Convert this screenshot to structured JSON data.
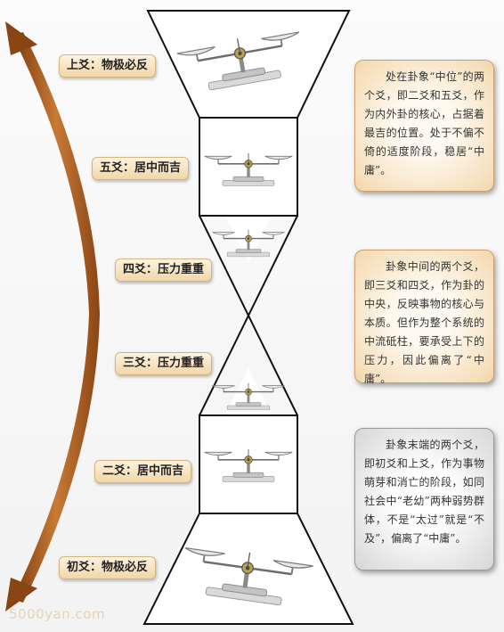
{
  "lines": [
    {
      "label": "上爻：物极必反"
    },
    {
      "label": "五爻：居中而吉"
    },
    {
      "label": "四爻：压力重重"
    },
    {
      "label": "三爻：压力重重"
    },
    {
      "label": "二爻：居中而吉"
    },
    {
      "label": "初爻：物极必反"
    }
  ],
  "notes": [
    {
      "text": "处在卦象“中位”的两个爻，即二爻和五爻，作为内外卦的核心，占据着最吉的位置。处于不偏不倚的适度阶段，稳居“中庸”。"
    },
    {
      "text": "卦象中间的两个爻，即三爻和四爻，作为卦的中央，反映事物的核心与本质。但作为整个系统的中流砥柱，要承受上下的压力，因此偏离了“中庸”。"
    },
    {
      "text": "卦象末端的两个爻，即初爻和上爻，作为事物萌芽和消亡的阶段，如同社会中“老幼”两种弱势群体，不是“太过”就是“不及”，偏离了“中庸”。"
    }
  ],
  "watermark": "5000yan.com",
  "colors": {
    "arrow": "#a9591e",
    "label_bg": "#f1d6a8",
    "note_warm": "#f3d7ad",
    "note_grey": "#d6d6d6"
  },
  "icons": [
    "balance-scale-icon"
  ]
}
